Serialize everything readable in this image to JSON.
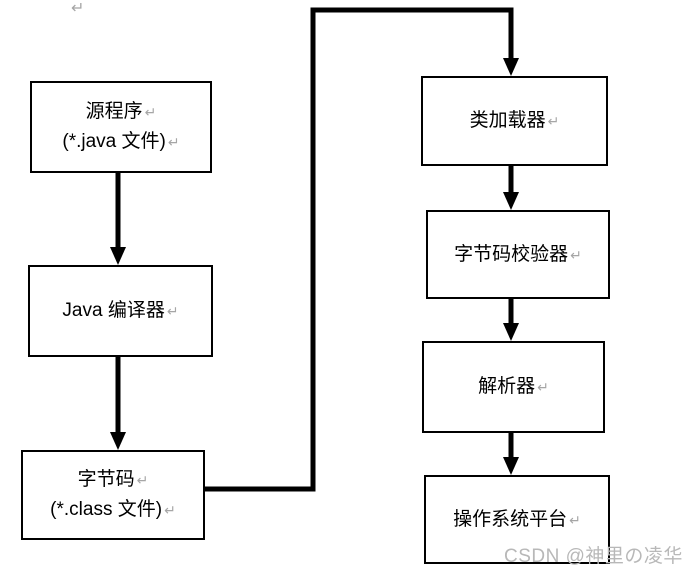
{
  "marks": {
    "return": "↵"
  },
  "boxes": [
    {
      "id": "source-program",
      "lines": [
        "源程序",
        "(*.java 文件)"
      ]
    },
    {
      "id": "java-compiler",
      "lines": [
        "Java 编译器"
      ]
    },
    {
      "id": "bytecode",
      "lines": [
        "字节码",
        "(*.class 文件)"
      ]
    },
    {
      "id": "class-loader",
      "lines": [
        "类加载器"
      ]
    },
    {
      "id": "bytecode-verifier",
      "lines": [
        "字节码校验器"
      ]
    },
    {
      "id": "parser",
      "lines": [
        "解析器"
      ]
    },
    {
      "id": "os-platform",
      "lines": [
        "操作系统平台"
      ]
    }
  ],
  "watermark": {
    "text": "CSDN @神里の凌华",
    "color": "#b8b8b8"
  },
  "colors": {
    "line": "#000000",
    "background": "#ffffff",
    "box_border": "#000000",
    "return_mark": "#a6a6a6"
  }
}
